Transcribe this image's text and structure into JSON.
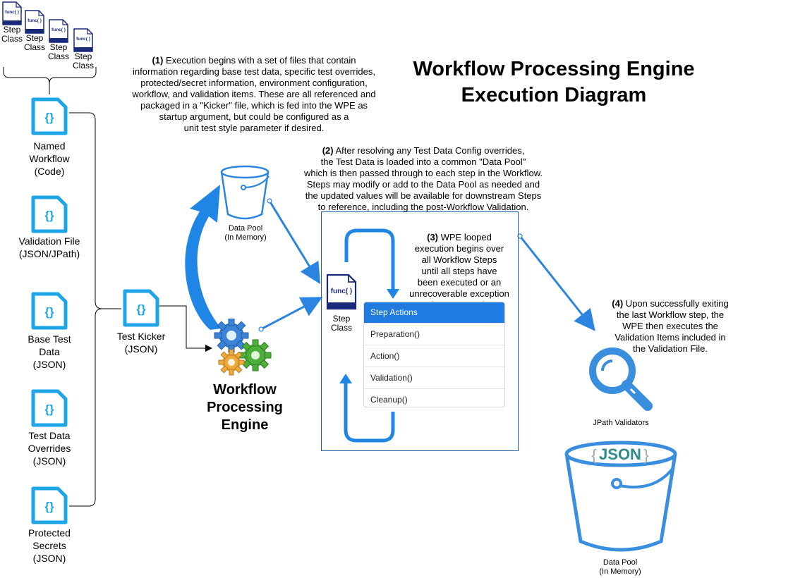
{
  "title": {
    "line1": "Workflow Processing Engine",
    "line2": "Execution Diagram"
  },
  "step_class_stack": {
    "icon": "func-document-icon",
    "icon_text": "func( )",
    "label": "Step\nClass"
  },
  "input_files": [
    {
      "icon": "json-braces-document-icon",
      "label": "Named\nWorkflow\n(Code)"
    },
    {
      "icon": "json-braces-document-icon",
      "label": "Validation File\n(JSON/JPath)"
    },
    {
      "icon": "json-braces-document-icon",
      "label": "Base Test\nData\n(JSON)"
    },
    {
      "icon": "json-braces-document-icon",
      "label": "Test Data\nOverrides\n(JSON)"
    },
    {
      "icon": "json-braces-document-icon",
      "label": "Protected\nSecrets\n(JSON)"
    }
  ],
  "icon_glyph": "{}",
  "test_kicker": {
    "icon": "json-braces-document-icon",
    "label": "Test Kicker\n(JSON)"
  },
  "engine": {
    "icon": "gears-icon",
    "label": "Workflow\nProcessing\nEngine"
  },
  "data_pool_small": {
    "icon": "bucket-icon",
    "label": "Data Pool\n(In Memory)"
  },
  "data_pool_large": {
    "icon": "json-bucket-icon",
    "badge_left": "{",
    "badge_text": "JSON",
    "badge_right": "}",
    "label": "Data Pool\n(In Memory)"
  },
  "step_class_main": {
    "icon": "func-document-icon",
    "icon_text": "func( )",
    "label": "Step\nClass"
  },
  "jpath": {
    "icon": "magnifier-icon",
    "label": "JPath Validators"
  },
  "step_actions": {
    "header": "Step Actions",
    "items": [
      "Preparation()",
      "Action()",
      "Validation()",
      "Cleanup()"
    ]
  },
  "notes": {
    "n1_num": "(1)",
    "n1_text": " Execution begins with a set of files that contain\ninformation regarding base test data, specific test overrides,\nprotected/secret information, environment configuration,\nworkflow, and validation items.  These are all referenced and\npackaged in a \"Kicker\" file, which is fed into the WPE as\nstartup argument, but could be configured as a\nunit test style parameter if desired.",
    "n2_num": "(2)",
    "n2_text": " After resolving any Test Data Config overrides,\nthe Test Data is loaded into a common \"Data Pool\"\nwhich is then passed through to each step in the Workflow.\nSteps may modify or add to the Data Pool as needed and\nthe updated values will be available for downstream Steps\nto reference, including the post-Workflow Validation.",
    "n3_num": "(3)",
    "n3_text": " WPE looped\nexecution begins over\nall Workflow Steps\nuntil all steps have\nbeen executed or an\nunrecoverable exception\nhas occurred.",
    "n4_num": "(4)",
    "n4_text": " Upon successfully exiting\nthe last Workflow step, the\nWPE then executes the\nValidation Items included in\nthe Validation File."
  },
  "colors": {
    "accent_blue": "#2196f3",
    "icon_cyan": "#1ea5e8",
    "arrow_blue": "#3b8ee6",
    "navy": "#1a2a7a",
    "panel_header": "#1f7be0",
    "json_green": "#2e8b8b"
  }
}
